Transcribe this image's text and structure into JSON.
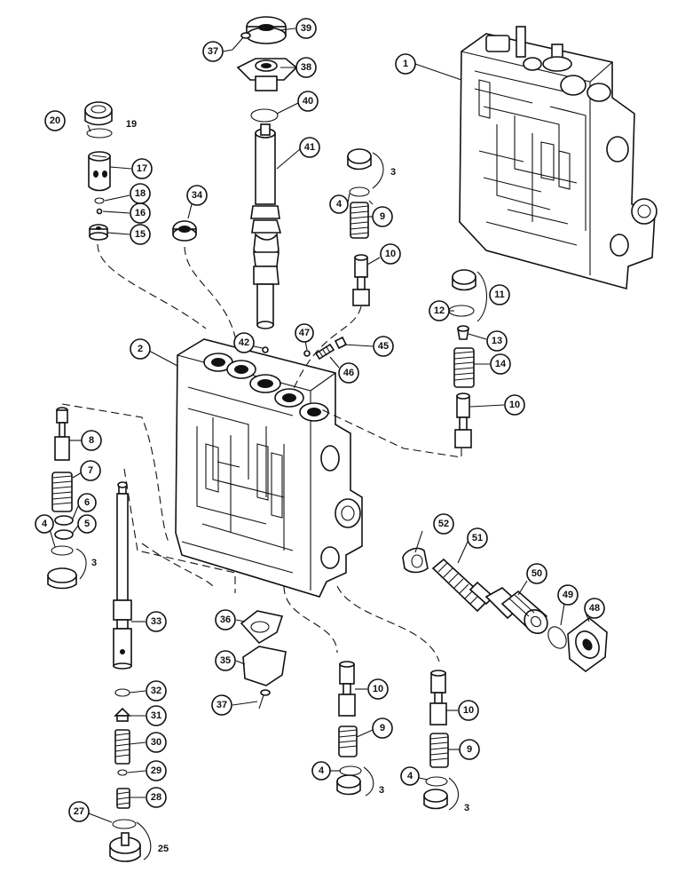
{
  "diagram": {
    "callouts": [
      {
        "id": "c1",
        "label": "1"
      },
      {
        "id": "c2",
        "label": "2"
      },
      {
        "id": "c3a",
        "label": "3"
      },
      {
        "id": "c3b",
        "label": "3"
      },
      {
        "id": "c3c",
        "label": "3"
      },
      {
        "id": "c3d",
        "label": "3"
      },
      {
        "id": "c4a",
        "label": "4"
      },
      {
        "id": "c4b",
        "label": "4"
      },
      {
        "id": "c4c",
        "label": "4"
      },
      {
        "id": "c4d",
        "label": "4"
      },
      {
        "id": "c5",
        "label": "5"
      },
      {
        "id": "c6",
        "label": "6"
      },
      {
        "id": "c7",
        "label": "7"
      },
      {
        "id": "c8",
        "label": "8"
      },
      {
        "id": "c9a",
        "label": "9"
      },
      {
        "id": "c9b",
        "label": "9"
      },
      {
        "id": "c9c",
        "label": "9"
      },
      {
        "id": "c10a",
        "label": "10"
      },
      {
        "id": "c10b",
        "label": "10"
      },
      {
        "id": "c10c",
        "label": "10"
      },
      {
        "id": "c10d",
        "label": "10"
      },
      {
        "id": "c11",
        "label": "11"
      },
      {
        "id": "c12",
        "label": "12"
      },
      {
        "id": "c13",
        "label": "13"
      },
      {
        "id": "c14",
        "label": "14"
      },
      {
        "id": "c15",
        "label": "15"
      },
      {
        "id": "c16",
        "label": "16"
      },
      {
        "id": "c17",
        "label": "17"
      },
      {
        "id": "c18",
        "label": "18"
      },
      {
        "id": "c19",
        "label": "19"
      },
      {
        "id": "c20",
        "label": "20"
      },
      {
        "id": "c25",
        "label": "25"
      },
      {
        "id": "c27",
        "label": "27"
      },
      {
        "id": "c28",
        "label": "28"
      },
      {
        "id": "c29",
        "label": "29"
      },
      {
        "id": "c30",
        "label": "30"
      },
      {
        "id": "c31",
        "label": "31"
      },
      {
        "id": "c32",
        "label": "32"
      },
      {
        "id": "c33",
        "label": "33"
      },
      {
        "id": "c34",
        "label": "34"
      },
      {
        "id": "c35",
        "label": "35"
      },
      {
        "id": "c36",
        "label": "36"
      },
      {
        "id": "c37a",
        "label": "37"
      },
      {
        "id": "c37b",
        "label": "37"
      },
      {
        "id": "c38",
        "label": "38"
      },
      {
        "id": "c39",
        "label": "39"
      },
      {
        "id": "c40",
        "label": "40"
      },
      {
        "id": "c41",
        "label": "41"
      },
      {
        "id": "c42",
        "label": "42"
      },
      {
        "id": "c45",
        "label": "45"
      },
      {
        "id": "c46",
        "label": "46"
      },
      {
        "id": "c47",
        "label": "47"
      },
      {
        "id": "c48",
        "label": "48"
      },
      {
        "id": "c49",
        "label": "49"
      },
      {
        "id": "c50",
        "label": "50"
      },
      {
        "id": "c51",
        "label": "51"
      },
      {
        "id": "c52",
        "label": "52"
      }
    ]
  }
}
